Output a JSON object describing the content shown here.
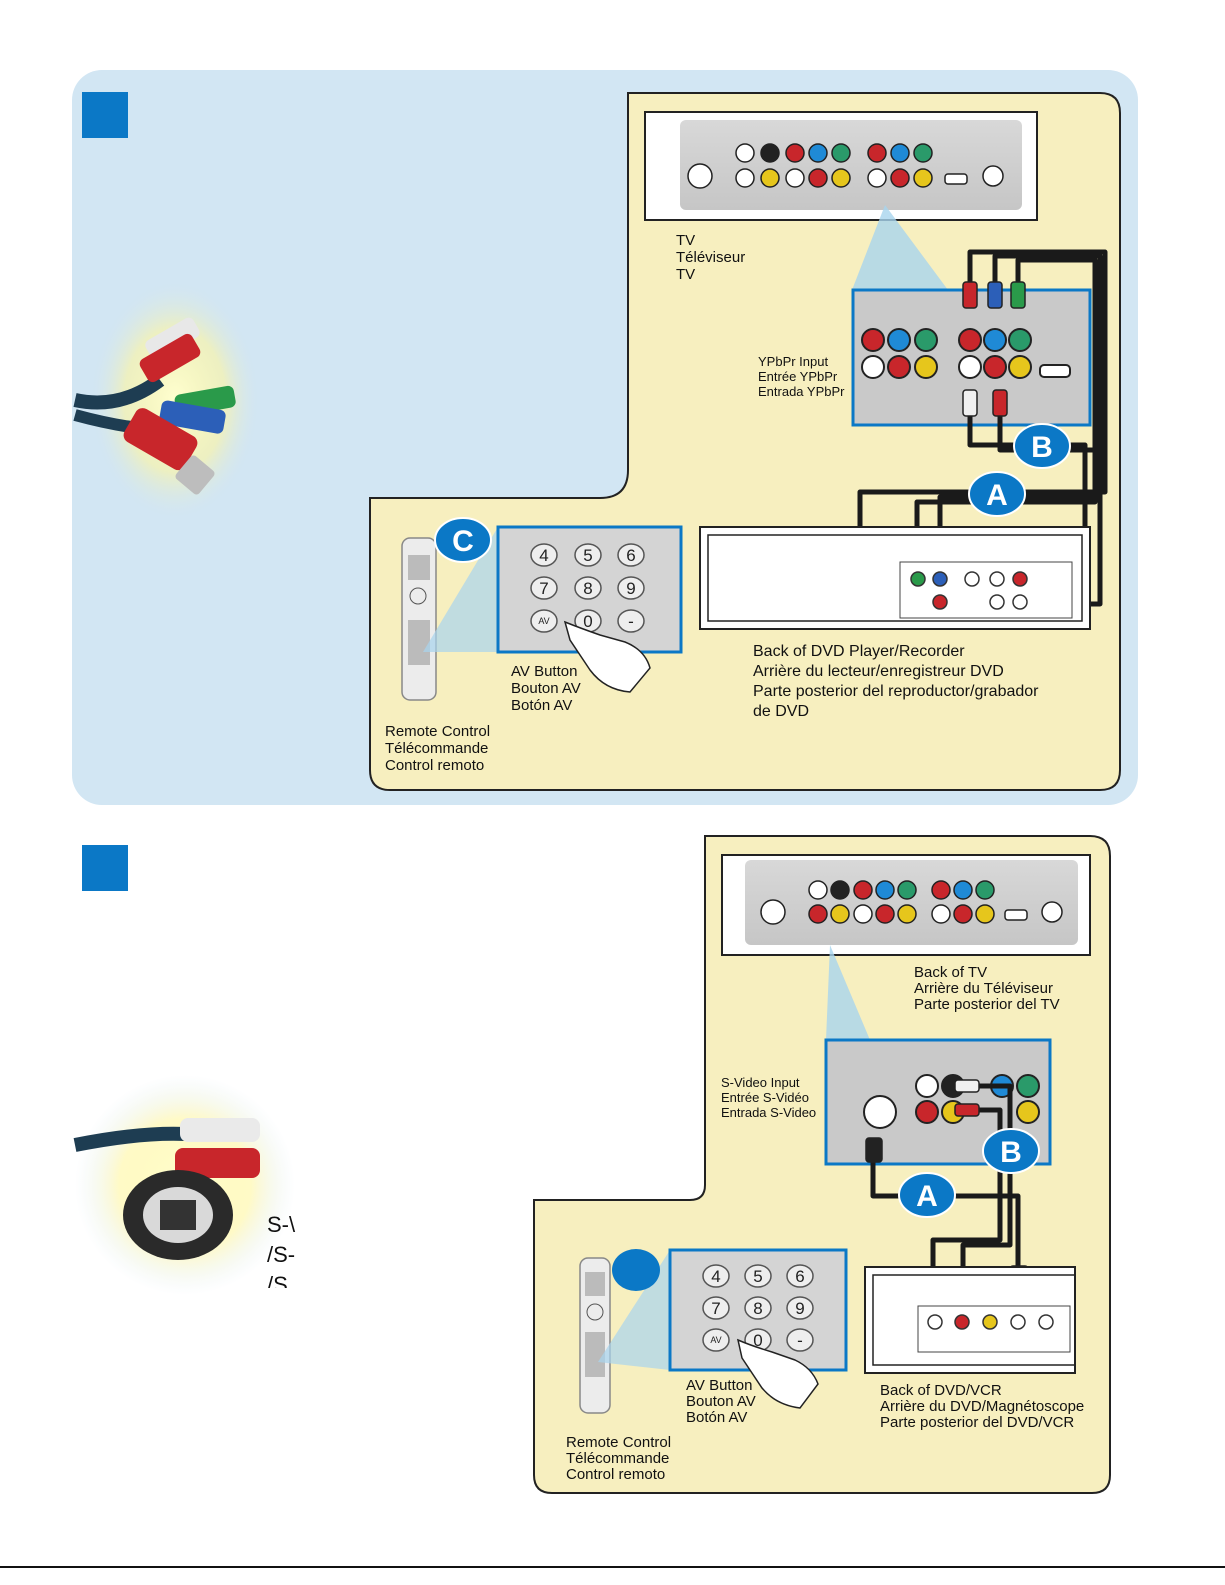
{
  "section1": {
    "tv_label": [
      "TV",
      "Téléviseur",
      "TV"
    ],
    "input_label": [
      "YPbPr Input",
      "Entrée YPbPr",
      "Entrada YPbPr"
    ],
    "av_button_label": [
      "AV Button",
      "Bouton AV",
      "Botón AV"
    ],
    "remote_label": [
      "Remote Control",
      "Télécommande",
      "Control remoto"
    ],
    "device_label": [
      "Back of DVD Player/Recorder",
      "Arrière du lecteur/enregistreur DVD",
      "Parte posterior del reproductor/grabador",
      "de DVD"
    ],
    "markers": [
      "A",
      "B",
      "C"
    ]
  },
  "section2": {
    "tv_label": [
      "Back of TV",
      "Arrière du Téléviseur",
      "Parte posterior del TV"
    ],
    "input_label": [
      "S-Video Input",
      "Entrée S-Vidéo",
      "Entrada S-Video"
    ],
    "av_button_label": [
      "AV Button",
      "Bouton AV",
      "Botón AV"
    ],
    "remote_label": [
      "Remote Control",
      "Télécommande",
      "Control remoto"
    ],
    "device_label": [
      "Back of DVD/VCR",
      "Arrière du DVD/Magnétoscope",
      "Parte posterior del DVD/VCR"
    ],
    "markers": [
      "A",
      "B"
    ],
    "cut_text": [
      "S-\\",
      "/S-",
      "/S"
    ]
  },
  "keypad": {
    "keys": [
      "4",
      "5",
      "6",
      "7",
      "8",
      "9",
      "AV",
      "0",
      "-"
    ]
  },
  "colors": {
    "panel": "#d2e6f3",
    "cream": "#f7efbf",
    "accent_blue": "#0b78c6",
    "cable_dark": "#1a1a1a"
  }
}
